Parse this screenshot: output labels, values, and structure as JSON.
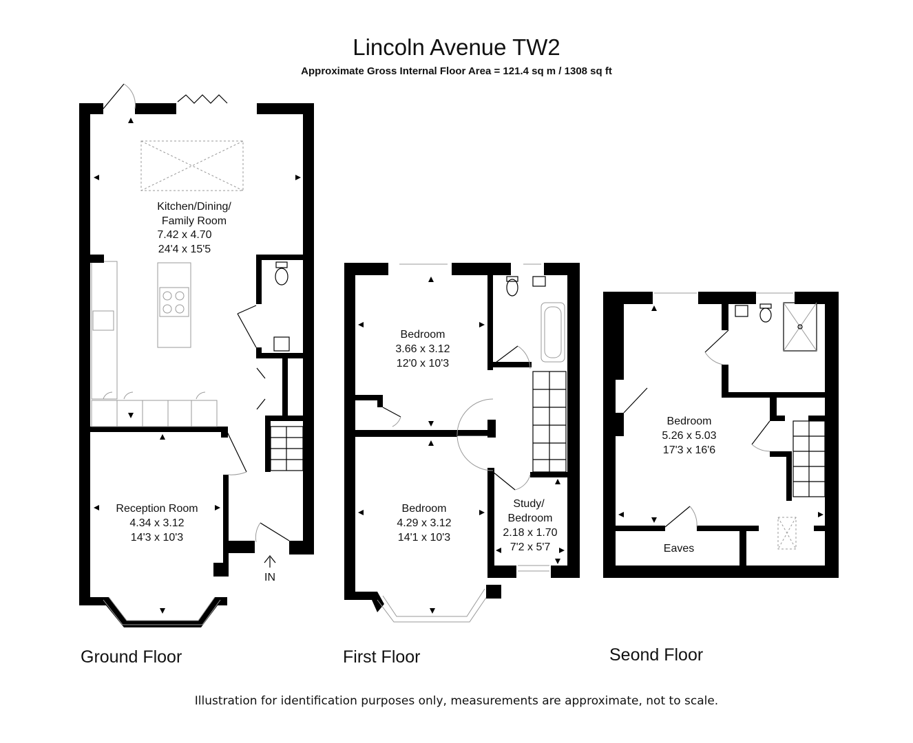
{
  "header": {
    "title": "Lincoln Avenue TW2",
    "subtitle": "Approximate Gross Internal Floor Area  = 121.4 sq m  / 1308 sq ft"
  },
  "ground_floor": {
    "label": "Ground Floor",
    "entrance": "IN",
    "rooms": {
      "kitchen": {
        "name1": "Kitchen/Dining/",
        "name2": "Family Room",
        "metric": "7.42 x 4.70",
        "imperial": "24'4 x 15'5"
      },
      "reception": {
        "name": "Reception Room",
        "metric": "4.34 x 3.12",
        "imperial": "14'3 x 10'3"
      }
    }
  },
  "first_floor": {
    "label": "First Floor",
    "rooms": {
      "bedroom_rear": {
        "name": "Bedroom",
        "metric": "3.66 x 3.12",
        "imperial": "12'0 x 10'3"
      },
      "bedroom_front": {
        "name": "Bedroom",
        "metric": "4.29 x 3.12",
        "imperial": "14'1 x 10'3"
      },
      "study": {
        "name1": "Study/",
        "name2": "Bedroom",
        "metric": "2.18 x 1.70",
        "imperial": "7'2 x 5'7"
      }
    }
  },
  "second_floor": {
    "label": "Seond Floor",
    "rooms": {
      "bedroom": {
        "name": "Bedroom",
        "metric": "5.26 x 5.03",
        "imperial": "17'3 x 16'6"
      },
      "eaves": {
        "name": "Eaves"
      }
    }
  },
  "footer": {
    "disclaimer": "Illustration for identification purposes only, measurements are approximate, not to scale."
  }
}
